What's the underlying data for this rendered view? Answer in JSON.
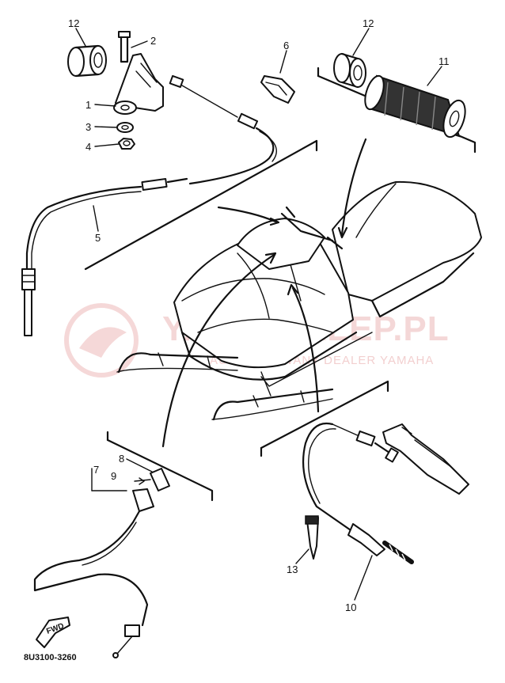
{
  "callouts": {
    "c1": "1",
    "c2": "2",
    "c3": "3",
    "c4": "4",
    "c5": "5",
    "c6": "6",
    "c7": "7",
    "c8": "8",
    "c9": "9",
    "c10": "10",
    "c11": "11",
    "c12a": "12",
    "c12b": "12",
    "c13": "13"
  },
  "diagram_code": "8U3100-3260",
  "fwd_label": "FWD",
  "watermark": {
    "main": "YAMA-SKLEP.PL",
    "sub": "AUTORYZOWANY DEALER YAMAHA",
    "color": "#e8a8a8"
  }
}
